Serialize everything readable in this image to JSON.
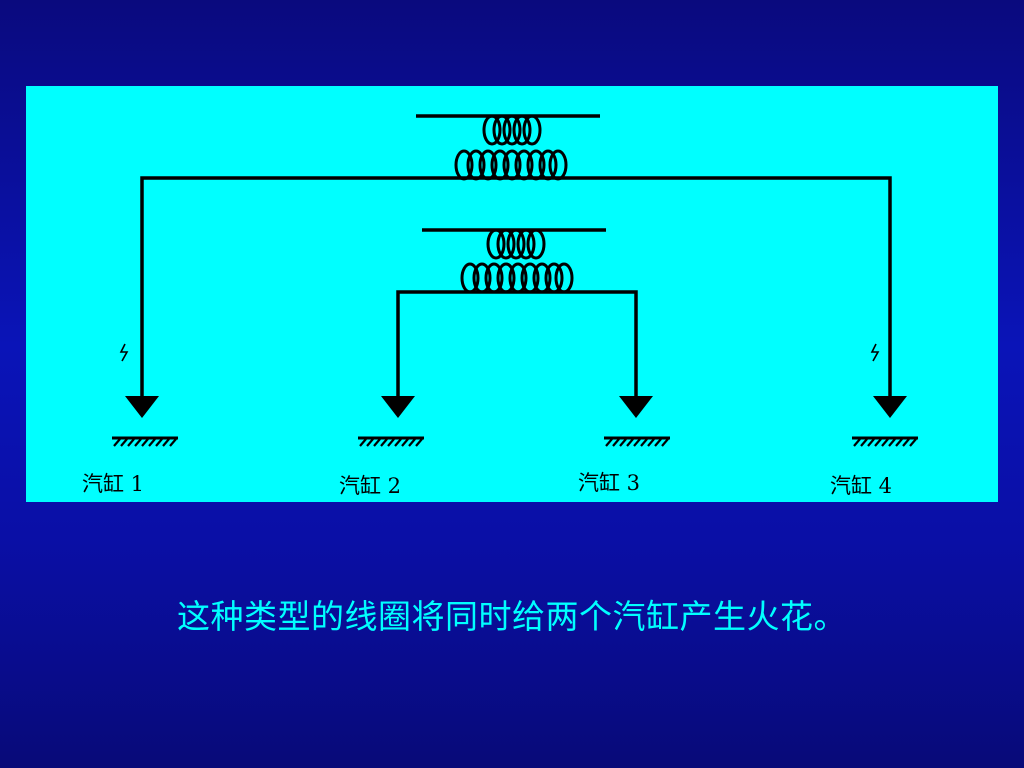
{
  "diagram": {
    "cylinders": [
      {
        "label": "汽缸 1"
      },
      {
        "label": "汽缸 2"
      },
      {
        "label": "汽缸 3"
      },
      {
        "label": "汽缸 4"
      }
    ]
  },
  "caption": "这种类型的线圈将同时给两个汽缸产生火花。",
  "colors": {
    "panel": "#00ffff",
    "caption": "#00ffff",
    "background": "#0a14b8",
    "lines": "#000000"
  }
}
